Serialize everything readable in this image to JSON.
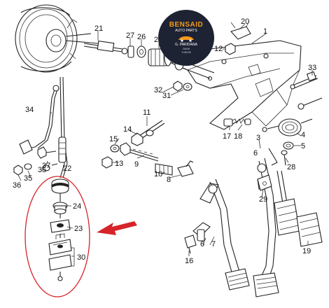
{
  "badge": {
    "brand": "BENSAID",
    "subtitle": "AUTO PARTS",
    "line1": "G. PARIDANA",
    "line2": "OMAN",
    "line3": "TUNISIE"
  },
  "part_numbers": {
    "p1": "1",
    "p3": "3",
    "p4": "4",
    "p5": "5",
    "p6": "6",
    "p7": "7",
    "p8": "8",
    "p9": "9",
    "p10": "10",
    "p11": "11",
    "p12": "12",
    "p13": "13",
    "p14": "14",
    "p15": "15",
    "p16": "16",
    "p17": "17",
    "p18": "18",
    "p19": "19",
    "p20": "20",
    "p21": "21",
    "p22": "22",
    "p23": "23",
    "p24": "24",
    "p25": "25",
    "p26": "26",
    "p27": "27",
    "p28": "28",
    "p29": "29",
    "p30": "30",
    "p31": "31",
    "p32": "32",
    "p33": "33",
    "p34": "34",
    "p35": "35",
    "p36": "36",
    "p37": "37"
  },
  "colors": {
    "highlight": "#d6242a",
    "ink": "#222222",
    "badge_bg": "#1d2333",
    "badge_accent": "#f39a1d"
  }
}
